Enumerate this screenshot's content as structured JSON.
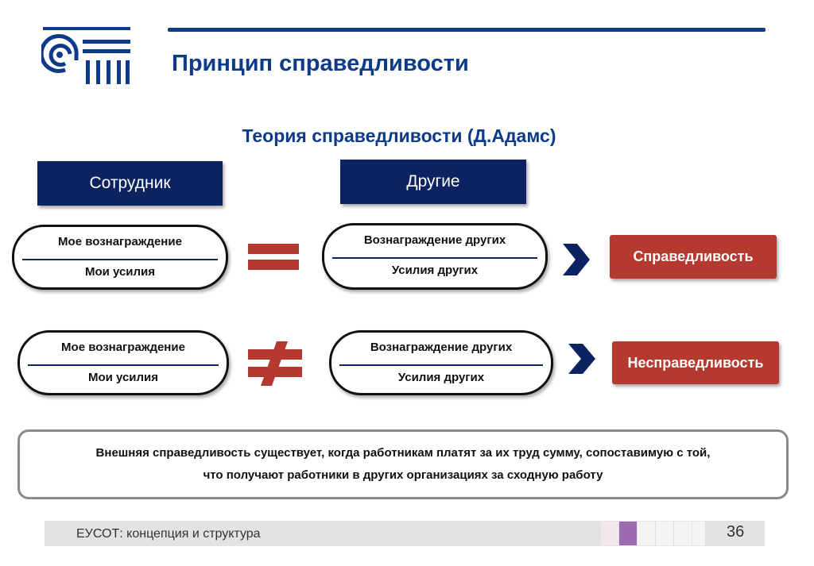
{
  "header": {
    "title": "Принцип справедливости"
  },
  "main": {
    "subtitle": "Теория справедливости (Д.Адамс)",
    "columns": {
      "employee": "Сотрудник",
      "others": "Другие"
    },
    "rows": [
      {
        "left": {
          "numerator": "Мое вознаграждение",
          "denominator": "Мои усилия"
        },
        "operator": "equals",
        "right": {
          "numerator": "Вознаграждение других",
          "denominator": "Усилия других"
        },
        "result": "Справедливость"
      },
      {
        "left": {
          "numerator": "Мое вознаграждение",
          "denominator": "Мои усилия"
        },
        "operator": "not-equals",
        "right": {
          "numerator": "Вознаграждение других",
          "denominator": "Усилия других"
        },
        "result": "Несправедливость"
      }
    ],
    "note": {
      "line1": "Внешняя справедливость существует, когда работникам платят за их труд сумму, сопоставимую с той,",
      "line2": "что получают работники в других организациях за сходную работу"
    }
  },
  "footer": {
    "text": "ЕУСОТ: концепция и структура",
    "page": "36"
  },
  "colors": {
    "brand_blue": "#0e3a8a",
    "header_box": "#0b2461",
    "result_red": "#b5392f",
    "operator_red": "#b5392f"
  }
}
